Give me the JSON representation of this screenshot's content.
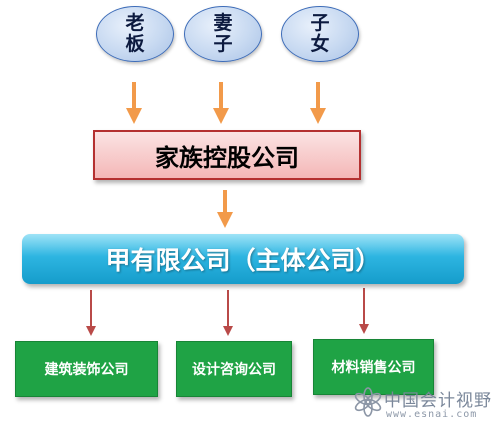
{
  "owners": [
    {
      "label": "老板"
    },
    {
      "label": "妻子"
    },
    {
      "label": "子女"
    }
  ],
  "holding": {
    "label": "家族控股公司"
  },
  "main_company": {
    "label": "甲有限公司（主体公司）"
  },
  "subsidiaries": [
    {
      "label": "建筑装饰公司"
    },
    {
      "label": "设计咨询公司"
    },
    {
      "label": "材料销售公司"
    }
  ],
  "watermark": {
    "text": "中国会计视野",
    "url": "www.esnai.com"
  },
  "colors": {
    "owner_arrow": "#f29a4a",
    "subsidiary_arrow": "#b94a48",
    "holding_border": "#b43030",
    "main_fill": "#2db5e1",
    "subsidiary_fill": "#1fa345"
  }
}
